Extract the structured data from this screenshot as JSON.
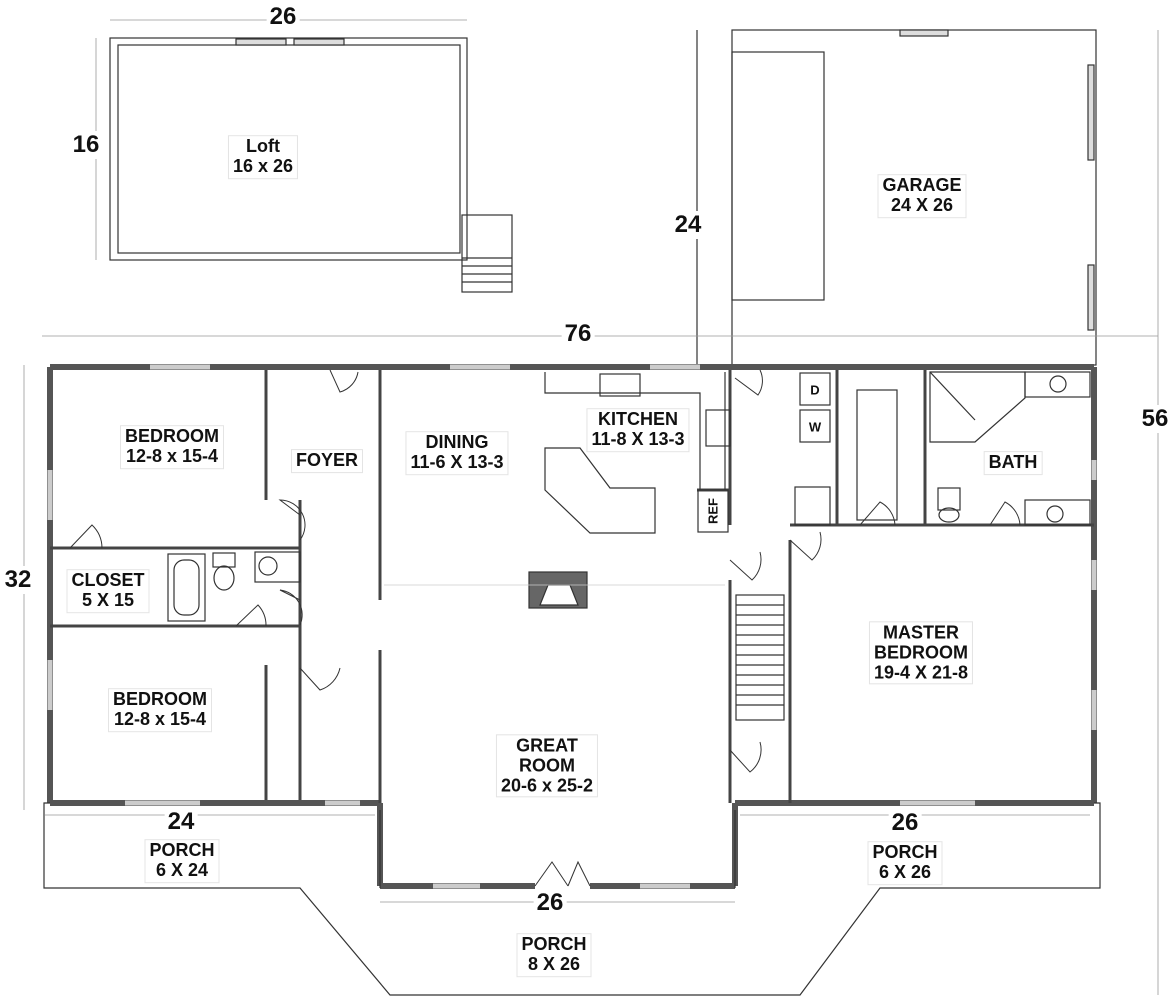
{
  "rooms": {
    "loft": {
      "name": "Loft",
      "size": "16 x 26"
    },
    "garage": {
      "name": "GARAGE",
      "size": "24 X 26"
    },
    "bedroom_top": {
      "name": "BEDROOM",
      "size": "12-8 x 15-4"
    },
    "foyer": {
      "name": "FOYER"
    },
    "dining": {
      "name": "DINING",
      "size": "11-6 X 13-3"
    },
    "kitchen": {
      "name": "KITCHEN",
      "size": "11-8 X 13-3"
    },
    "bath": {
      "name": "BATH"
    },
    "closet": {
      "name": "CLOSET",
      "size": "5 X 15"
    },
    "bedroom_bottom": {
      "name": "BEDROOM",
      "size": "12-8 x 15-4"
    },
    "great_room": {
      "line1": "GREAT",
      "line2": "ROOM",
      "size": "20-6 x 25-2"
    },
    "master": {
      "line1": "MASTER",
      "line2": "BEDROOM",
      "size": "19-4 X 21-8"
    },
    "porch_left": {
      "name": "PORCH",
      "size": "6 X 24"
    },
    "porch_center": {
      "name": "PORCH",
      "size": "8 X 26"
    },
    "porch_right": {
      "name": "PORCH",
      "size": "6 X 26"
    }
  },
  "fixtures": {
    "ref": "REF",
    "dryer": "D",
    "washer": "W"
  },
  "dimensions": {
    "loft_width": "26",
    "loft_depth": "16",
    "garage_depth": "24",
    "overall_width": "76",
    "overall_depth": "56",
    "house_depth": "32",
    "porch_left_width": "24",
    "porch_center_width": "26",
    "porch_right_width": "26"
  },
  "colors": {
    "wall": "#555555",
    "window": "#bbbbbb",
    "line": "#333333"
  }
}
